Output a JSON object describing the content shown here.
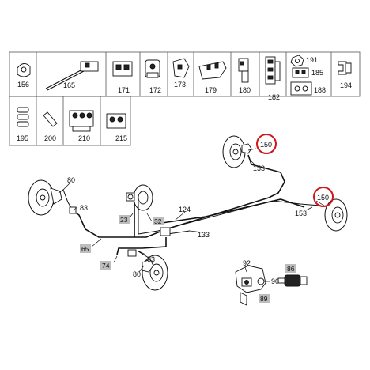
{
  "parts_grid": {
    "row1": [
      {
        "id": "p156",
        "label": "156"
      },
      {
        "id": "p165",
        "label": "165"
      },
      {
        "id": "p171",
        "label": "171"
      },
      {
        "id": "p172",
        "label": "172"
      },
      {
        "id": "p173",
        "label": "173"
      },
      {
        "id": "p179",
        "label": "179"
      },
      {
        "id": "p180",
        "label": "180"
      },
      {
        "id": "p182",
        "label": "182"
      },
      {
        "id": "p191",
        "label": "191"
      },
      {
        "id": "p185",
        "label": "185"
      },
      {
        "id": "p188",
        "label": "188"
      },
      {
        "id": "p194",
        "label": "194"
      }
    ],
    "row2": [
      {
        "id": "p195",
        "label": "195"
      },
      {
        "id": "p200",
        "label": "200"
      },
      {
        "id": "p210",
        "label": "210"
      },
      {
        "id": "p215",
        "label": "215"
      }
    ]
  },
  "callouts": {
    "c150a": "150",
    "c150b": "150",
    "c153a": "153",
    "c153b": "153",
    "c80a": "80",
    "c80b": "80",
    "c83a": "83",
    "c83b": "83",
    "c124": "124",
    "c133": "133",
    "c92": "92",
    "c90": "90",
    "c23": "23",
    "c32": "32",
    "c65": "65",
    "c74": "74",
    "c86": "86",
    "c89": "89"
  },
  "colors": {
    "highlight_circle": "#d0151b",
    "label_box": "#bdbdbd"
  }
}
